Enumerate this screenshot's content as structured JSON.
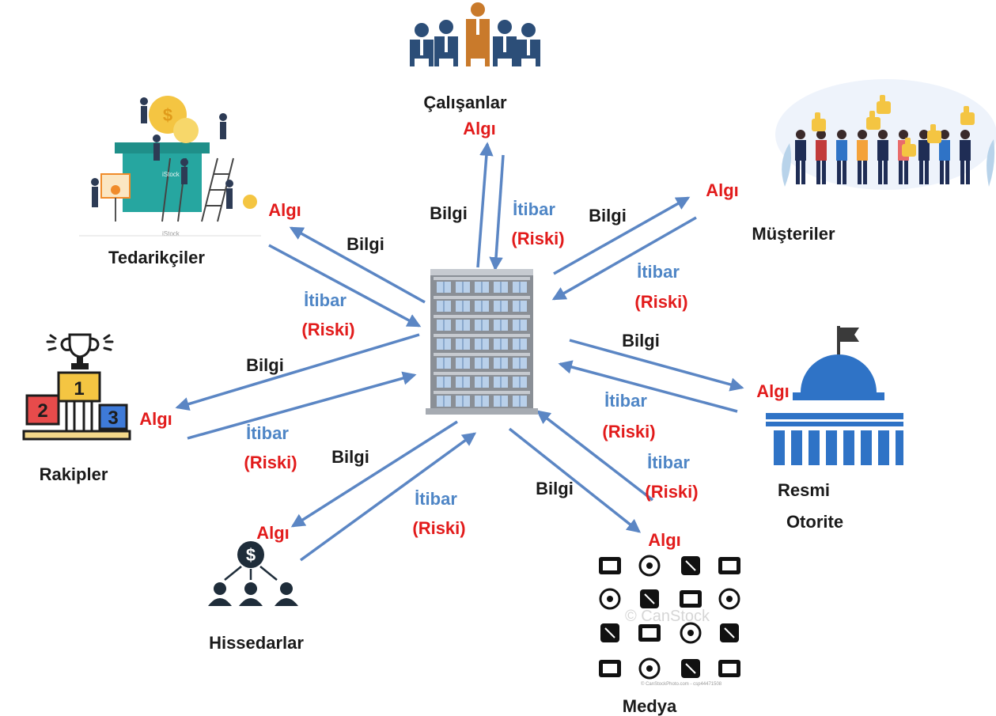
{
  "colors": {
    "arrow": "#5b86c4",
    "algi": "#e21b1b",
    "itibar": "#4f86c6",
    "label": "#1a1a1a",
    "building_blue": "#b9d0ea",
    "building_gray": "#8a8f96",
    "podium_red": "#e74b4b",
    "podium_gold": "#f4c542",
    "podium_blue": "#3e7ad8",
    "authority_blue": "#2f73c6"
  },
  "stakeholders": {
    "calisanlar": "Çalışanlar",
    "tedarikciler": "Tedarikçiler",
    "musteriler": "Müşteriler",
    "rakipler": "Rakipler",
    "resmi_line1": "Resmi",
    "resmi_line2": "Otorite",
    "hissedarlar": "Hissedarlar",
    "medya": "Medya"
  },
  "terms": {
    "bilgi": "Bilgi",
    "algi": "Algı",
    "itibar": "İtibar",
    "riski": "(Riski)"
  },
  "podium": {
    "first": "1",
    "second": "2",
    "third": "3"
  },
  "shareholder_icon_symbol": "$",
  "watermarks": {
    "istock": "iStock",
    "canstock": "© CanStock",
    "canstock_credit": "© CanStockPhoto.com - csp44471508"
  },
  "icons": {
    "employees": "business-people-group-icon",
    "suppliers": "supplier-workers-illustration",
    "customers": "customers-thumbs-up-illustration",
    "competitors": "trophy-podium-icon",
    "authority": "government-building-flag-icon",
    "shareholders": "shareholders-dollar-network-icon",
    "media": "media-icons-grid",
    "company": "office-building-icon"
  }
}
